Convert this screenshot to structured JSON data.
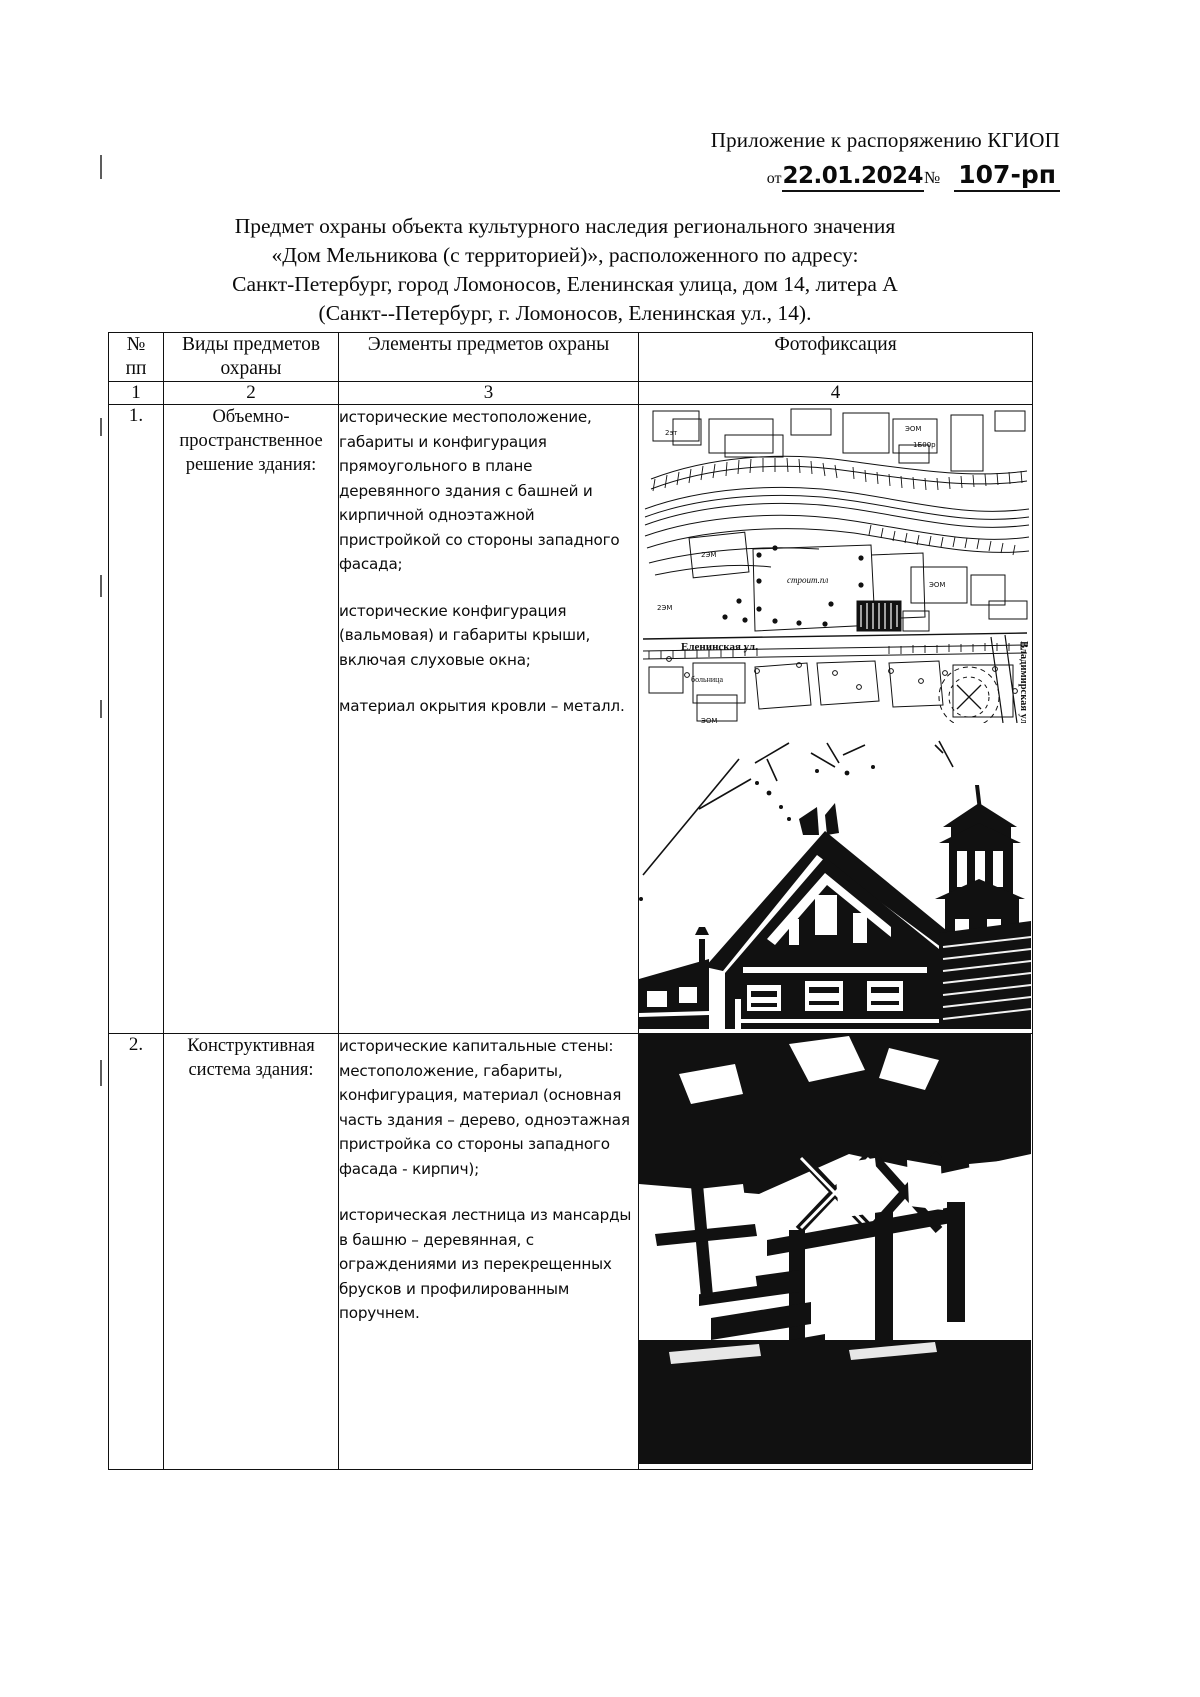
{
  "header": {
    "appendix_line": "Приложение к распоряжению КГИОП",
    "ot_label": "от",
    "stamp_date": "22.01.2024",
    "number_sign": "№",
    "stamp_number": "107-рп"
  },
  "title": {
    "line1": "Предмет охраны объекта культурного наследия регионального значения",
    "line2": "«Дом Мельникова (с территорией)», расположенного по адресу:",
    "line3": "Санкт-Петербург, город Ломоносов, Еленинская улица, дом 14, литера А",
    "line4": "(Санкт--Петербург, г. Ломоносов, Еленинская ул., 14)."
  },
  "table": {
    "headers": [
      {
        "line1": "№",
        "line2": "пп"
      },
      {
        "line1": "Виды предметов",
        "line2": "охраны"
      },
      {
        "line1": "Элементы предметов охраны",
        "line2": ""
      },
      {
        "line1": "Фотофиксация",
        "line2": ""
      }
    ],
    "column_numbers": [
      "1",
      "2",
      "3",
      "4"
    ],
    "rows": [
      {
        "index": "1.",
        "kind_line1": "Объемно-",
        "kind_line2": "пространственное",
        "kind_line3": "решение здания:",
        "elements": [
          "исторические местоположение, габариты и конфигурация прямоугольного в плане деревянного здания с башней и кирпичной одноэтажной пристройкой со стороны западного фасада;",
          "исторические конфигурация (вальмовая) и габариты крыши, включая слуховые окна;",
          "материал окрытия кровли – металл."
        ],
        "photo_captions": {
          "street_label": "Еленинская ул.",
          "vertical_street_label": "Владимирская ул.",
          "plot_label": "строит.пл",
          "hospital_label": "больница"
        }
      },
      {
        "index": "2.",
        "kind_line1": "Конструктивная",
        "kind_line2": "система здания:",
        "kind_line3": "",
        "elements": [
          "исторические капитальные стены: местоположение, габариты, конфигурация, материал (основная часть здания – дерево,  одноэтажная пристройка со стороны западного фасада - кирпич);",
          "историческая лестница из мансарды в башню – деревянная, с ограждениями из перекрещенных брусков и профилированным поручнем."
        ],
        "photo_captions": {}
      }
    ]
  }
}
